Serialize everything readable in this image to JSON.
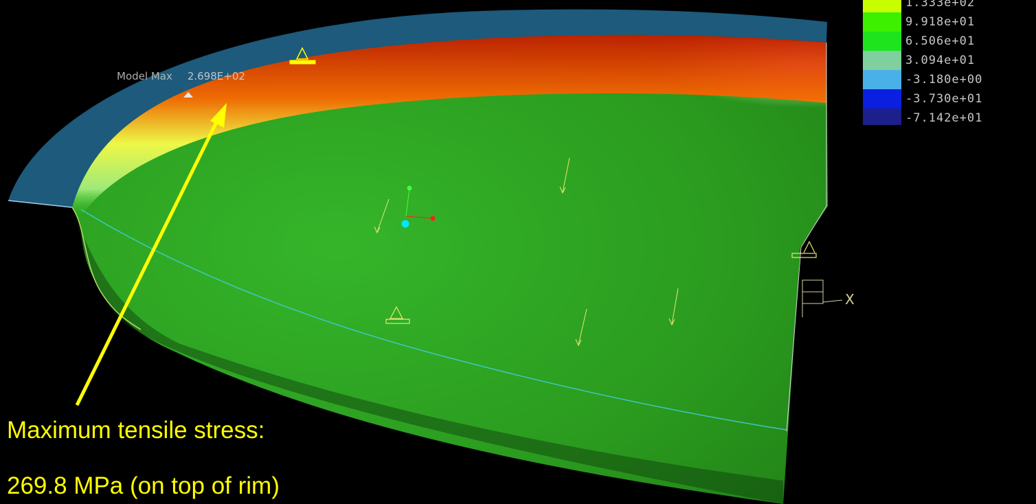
{
  "legend": {
    "values": [
      "1.333e+02",
      "9.918e+01",
      "6.506e+01",
      "3.094e+01",
      "-3.180e+00",
      "-3.730e+01",
      "-7.142e+01"
    ],
    "colors": [
      "#c8ff00",
      "#3cf000",
      "#1ee41e",
      "#7fcf9f",
      "#4ab0e8",
      "#0a1fe0",
      "#1d1f8a"
    ]
  },
  "model_max": {
    "label": "Model Max",
    "value": "2.698E+02"
  },
  "axis_label_x": "X",
  "callout": {
    "line1": "Maximum tensile stress:",
    "line2": "269.8 MPa (on top of rim)"
  },
  "colors": {
    "background": "#000000",
    "flange": "#1d5a7c",
    "surface_green": "#29a51e",
    "annotation_yellow": "#ffff00",
    "mesh_line": "#3fc7c4"
  }
}
